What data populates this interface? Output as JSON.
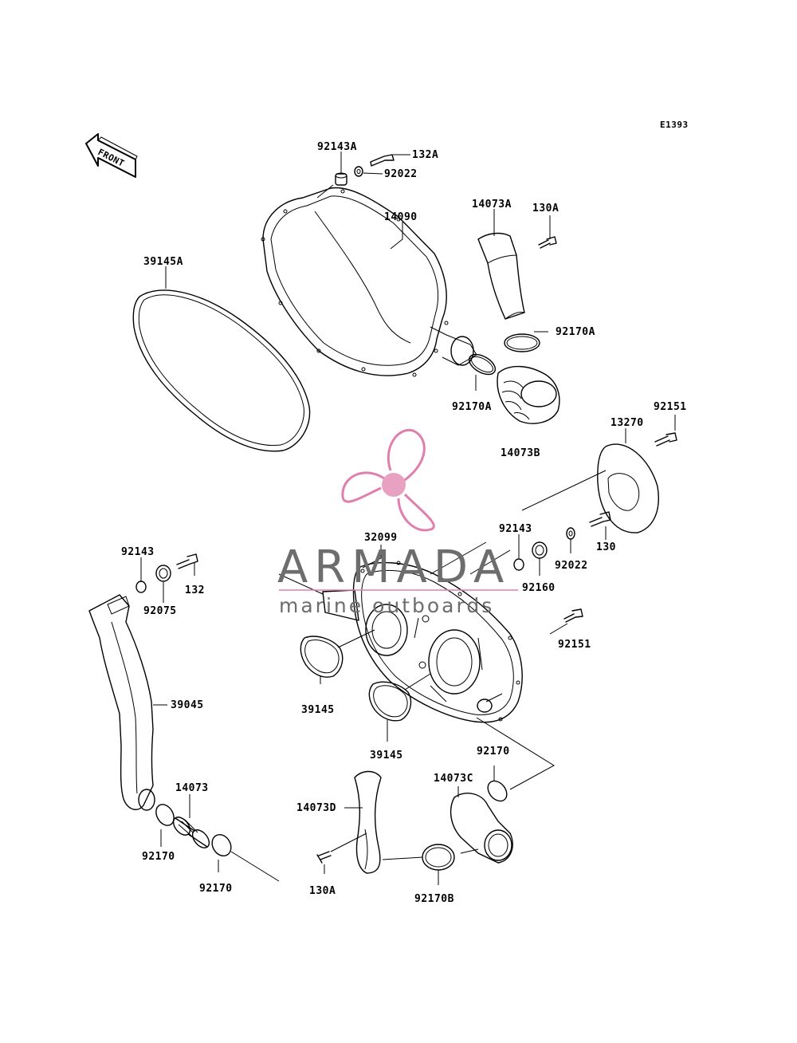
{
  "figure_code": "E1393",
  "front_arrow_label": "FRONT",
  "watermark": {
    "brand": "ARMADA",
    "tagline": "marine outboards",
    "logo_color": "#e07fae",
    "text_color": "#6d6d6d"
  },
  "labels": {
    "p92143A": "92143A",
    "p132A": "132A",
    "p92022_top": "92022",
    "p14090": "14090",
    "p14073A": "14073A",
    "p130A_top": "130A",
    "p39145A": "39145A",
    "p92170A_right": "92170A",
    "p92170A_left": "92170A",
    "p14073B": "14073B",
    "p13270": "13270",
    "p92151_top": "92151",
    "p32099": "32099",
    "p92143_mid": "92143",
    "p92022_mid": "92022",
    "p130": "130",
    "p92160": "92160",
    "p92151_mid": "92151",
    "p92143_left": "92143",
    "p132": "132",
    "p92075": "92075",
    "p39045": "39045",
    "p39145_a": "39145",
    "p39145_b": "39145",
    "p92170_right": "92170",
    "p14073C": "14073C",
    "p14073D": "14073D",
    "p14073": "14073",
    "p92170_left1": "92170",
    "p92170_left2": "92170",
    "p130A_bottom": "130A",
    "p92170B": "92170B"
  }
}
